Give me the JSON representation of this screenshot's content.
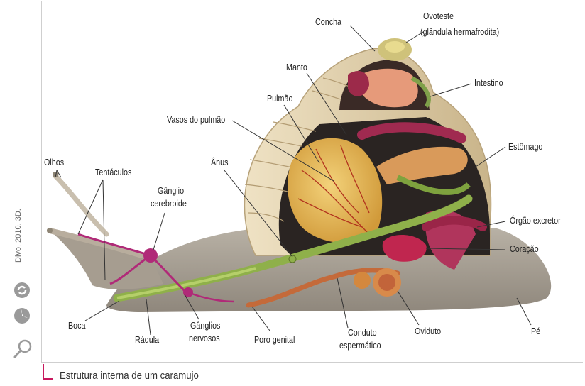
{
  "caption": "Estrutura interna de um caramujo",
  "credit": "Divo. 2010. 3D.",
  "labels": {
    "concha": "Concha",
    "ovoteste": "Ovoteste",
    "ovoteste_sub": "(glândula hermafrodita)",
    "manto": "Manto",
    "intestino": "Intestino",
    "pulmao": "Pulmão",
    "vasos_pulmao": "Vasos do pulmão",
    "estomago": "Estômago",
    "anus": "Ânus",
    "olhos": "Olhos",
    "tentaculos": "Tentáculos",
    "ganglio_1": "Gânglio",
    "ganglio_2": "cerebroide",
    "orgao_excretor": "Órgão excretor",
    "coracao": "Coração",
    "boca": "Boca",
    "radula": "Rádula",
    "ganglios_1": "Gânglios",
    "ganglios_2": "nervosos",
    "poro_genital": "Poro genital",
    "conduto_1": "Conduto",
    "conduto_2": "espermático",
    "oviduto": "Oviduto",
    "pe": "Pé"
  },
  "colors": {
    "accent": "#c8195e",
    "leader": "#333333"
  },
  "icons": [
    "refresh-icon",
    "zoom-icon",
    "magnifier-icon"
  ]
}
